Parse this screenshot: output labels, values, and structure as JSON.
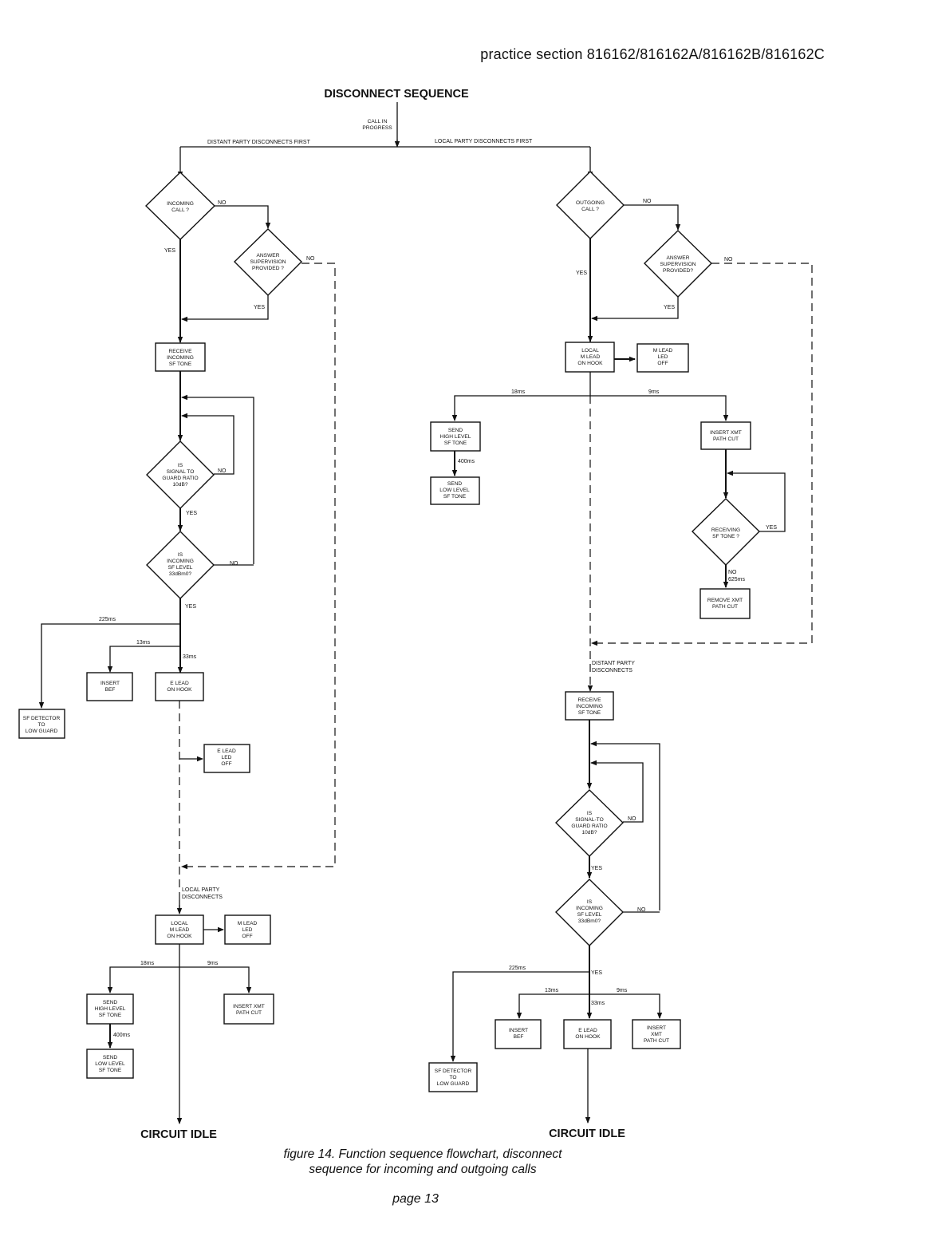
{
  "header": {
    "practice_section": "practice section 816162/816162A/816162B/816162C"
  },
  "flowchart": {
    "title": "DISCONNECT SEQUENCE",
    "start_label": [
      "CALL IN",
      "PROGRESS"
    ],
    "branch_left": "DISTANT PARTY DISCONNECTS FIRST",
    "branch_right": "LOCAL PARTY DISCONNECTS FIRST",
    "end_left": "CIRCUIT IDLE",
    "end_right": "CIRCUIT IDLE",
    "left": {
      "incoming_call": [
        "INCOMING",
        "CALL ?"
      ],
      "answer_supervision": [
        "ANSWER",
        "SUPERVISION",
        "PROVIDED ?"
      ],
      "receive_sf_tone": [
        "RECEIVE",
        "INCOMING",
        "SF TONE"
      ],
      "signal_guard": [
        "IS",
        "SIGNAL TO",
        "GUARD RATIO",
        "10dB?"
      ],
      "sf_level": [
        "IS",
        "INCOMING",
        "SF LEVEL",
        "33dBm0?"
      ],
      "sf_detector": [
        "SF DETECTOR",
        "TO",
        "LOW GUARD"
      ],
      "insert_bef": [
        "INSERT",
        "BEF"
      ],
      "e_lead_on_hook": [
        "E LEAD",
        "ON HOOK"
      ],
      "e_lead_led_off": [
        "E LEAD",
        "LED",
        "OFF"
      ],
      "local_party_disconnects": [
        "LOCAL PARTY",
        "DISCONNECTS"
      ],
      "local_m_lead": [
        "LOCAL",
        "M LEAD",
        "ON HOOK"
      ],
      "m_lead_led_off": [
        "M LEAD",
        "LED",
        "OFF"
      ],
      "send_high": [
        "SEND",
        "HIGH LEVEL",
        "SF TONE"
      ],
      "send_low": [
        "SEND",
        "LOW LEVEL",
        "SF TONE"
      ],
      "insert_xmt": [
        "INSERT XMT",
        "PATH CUT"
      ]
    },
    "right": {
      "outgoing_call": [
        "OUTGOING",
        "CALL ?"
      ],
      "answer_supervision": [
        "ANSWER",
        "SUPERVISION",
        "PROVIDED?"
      ],
      "local_m_lead": [
        "LOCAL",
        "M LEAD",
        "ON HOOK"
      ],
      "m_lead_led_off": [
        "M LEAD",
        "LED",
        "OFF"
      ],
      "send_high": [
        "SEND",
        "HIGH LEVEL",
        "SF TONE"
      ],
      "send_low": [
        "SEND",
        "LOW LEVEL",
        "SF TONE"
      ],
      "insert_xmt": [
        "INSERT XMT",
        "PATH CUT"
      ],
      "receiving_sf": [
        "RECEIVING",
        "SF TONE ?"
      ],
      "remove_xmt": [
        "REMOVE XMT",
        "PATH CUT"
      ],
      "distant_party_disconnects": [
        "DISTANT PARTY",
        "DISCONNECTS"
      ],
      "receive_sf_tone": [
        "RECEIVE",
        "INCOMING",
        "SF TONE"
      ],
      "signal_guard": [
        "IS",
        "SIGNAL-TO",
        "GUARD RATIO",
        "10dB?"
      ],
      "sf_level": [
        "IS",
        "INCOMING",
        "SF LEVEL",
        "33dBm0?"
      ],
      "sf_detector": [
        "SF DETECTOR",
        "TO",
        "LOW GUARD"
      ],
      "insert_bef": [
        "INSERT",
        "BEF"
      ],
      "e_lead_on_hook": [
        "E LEAD",
        "ON HOOK"
      ],
      "insert_xmt_2": [
        "INSERT",
        "XMT",
        "PATH CUT"
      ]
    },
    "labels": {
      "yes": "YES",
      "no": "NO",
      "ms18": "18ms",
      "ms9": "9ms",
      "ms400": "400ms",
      "ms625": "625ms",
      "ms225": "225ms",
      "ms13": "13ms",
      "ms33": "33ms"
    }
  },
  "caption": {
    "line1": "figure 14. Function sequence flowchart, disconnect",
    "line2": "sequence for incoming and outgoing calls"
  },
  "page_number": "page 13"
}
